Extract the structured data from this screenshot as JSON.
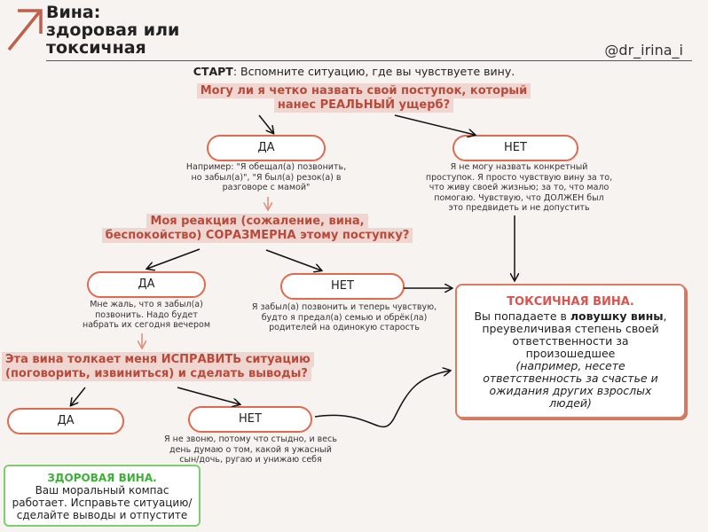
{
  "header": {
    "title_line1": "Вина:",
    "title_line2": "здоровая или",
    "title_line3": "токсичная",
    "handle": "@dr_irina_i"
  },
  "start": {
    "label": "СТАРТ",
    "text": ": Вспомните ситуацию, где вы чувствуете вину."
  },
  "q1": {
    "line1": "Могу ли я четко назвать свой поступок, который",
    "line2": "нанес РЕАЛЬНЫЙ ущерб?"
  },
  "q1_yes": {
    "label": "ДА",
    "note1": "Например: \"Я обещал(а) позвонить,",
    "note2": "но забыл(а)\", \"Я был(а) резок(а) в",
    "note3": "разговоре с мамой\""
  },
  "q1_no": {
    "label": "НЕТ",
    "note1": "Я не могу назвать конкретный",
    "note2": "проступок. Я просто чувствую вину за то,",
    "note3": "что живу своей жизнью; за то, что мало",
    "note4": "помогаю. Чувствую, что ДОЛЖЕН был",
    "note5": "это предвидеть и не допустить"
  },
  "q2": {
    "line1": "Моя реакция (сожаление, вина,",
    "line2": "беспокойство) СОРАЗМЕРНА этому поступку?"
  },
  "q2_yes": {
    "label": "ДА",
    "note1": "Мне жаль, что я забыл(а)",
    "note2": "позвонить. Надо будет",
    "note3": "набрать их сегодня вечером"
  },
  "q2_no": {
    "label": "НЕТ",
    "note1": "Я забыл(а) позвонить и теперь чувствую,",
    "note2": "будто я предал(а) семью и обрёк(ла)",
    "note3": "родителей на одинокую старость"
  },
  "q3": {
    "line1": "Эта вина толкает меня ИСПРАВИТЬ ситуацию",
    "line2": "(поговорить, извиниться) и сделать выводы?"
  },
  "q3_yes": {
    "label": "ДА"
  },
  "q3_no": {
    "label": "НЕТ",
    "note1": "Я не звоню, потому что стыдно, и весь",
    "note2": "день думаю о том, какой я ужасный",
    "note3": "сын/дочь, ругаю и унижаю себя"
  },
  "toxic": {
    "heading": "ТОКСИЧНАЯ ВИНА.",
    "l1a": "Вы попадаете в ",
    "l1b": "ловушку вины",
    "l1c": ",",
    "l2": "преувеличивая степень своей",
    "l3": "ответственности за",
    "l4": "произошедшее",
    "l5": "(например, несете",
    "l6": "ответственность за счастье и",
    "l7": "ожидания других взрослых",
    "l8": "людей)"
  },
  "healthy": {
    "heading": "ЗДОРОВАЯ ВИНА.",
    "l1": "Ваш моральный компас",
    "l2": "работает. Исправьте ситуацию/",
    "l3": "сделайте выводы и отпустите"
  },
  "colors": {
    "accent": "#e06a4e",
    "question_text": "#b84a3c",
    "question_bg": "#f0d6d0",
    "healthy": "#3fae3a",
    "toxic": "#d9534f"
  }
}
